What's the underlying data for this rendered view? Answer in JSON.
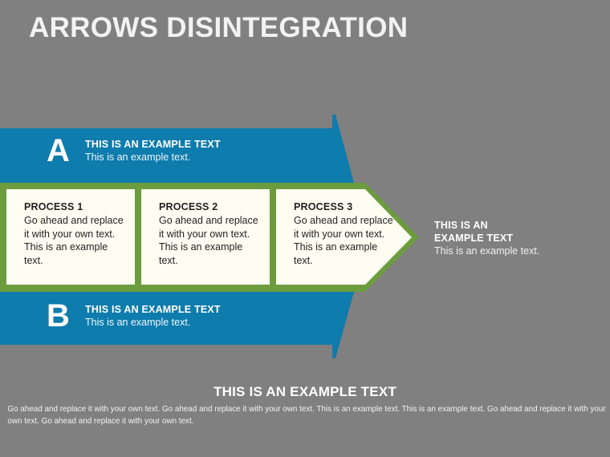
{
  "slide": {
    "title": "ARROWS DISINTEGRATION",
    "background_color": "#808080"
  },
  "colors": {
    "background": "#808080",
    "band_blue": "#0e7cac",
    "arrow_green": "#6c9c3e",
    "box_white": "#fdfdf2",
    "title_white": "#f2f2f2",
    "body_dark": "#231f20"
  },
  "bands": [
    {
      "letter": "A",
      "heading": "THIS IS AN EXAMPLE TEXT",
      "subtext": "This is an example text."
    },
    {
      "letter": "B",
      "heading": "THIS IS AN EXAMPLE TEXT",
      "subtext": "This is an example text."
    }
  ],
  "processes": [
    {
      "title": "PROCESS 1",
      "body": "Go ahead and replace it with your own text. This is an example text."
    },
    {
      "title": "PROCESS 2",
      "body": "Go ahead and replace it with your own text. This is an example text."
    },
    {
      "title": "PROCESS 3",
      "body": "Go ahead and replace it with your own text. This is an example text."
    }
  ],
  "arrow_caption": {
    "heading": "THIS IS AN EXAMPLE TEXT",
    "subtext": "This is an example text."
  },
  "footer": {
    "title": "THIS IS AN EXAMPLE TEXT",
    "body": "Go ahead and replace it with your own text. Go ahead and replace it with your own text. This is an example text. This is an example text. Go ahead and replace it with your own text. Go ahead and replace it with your own text."
  }
}
